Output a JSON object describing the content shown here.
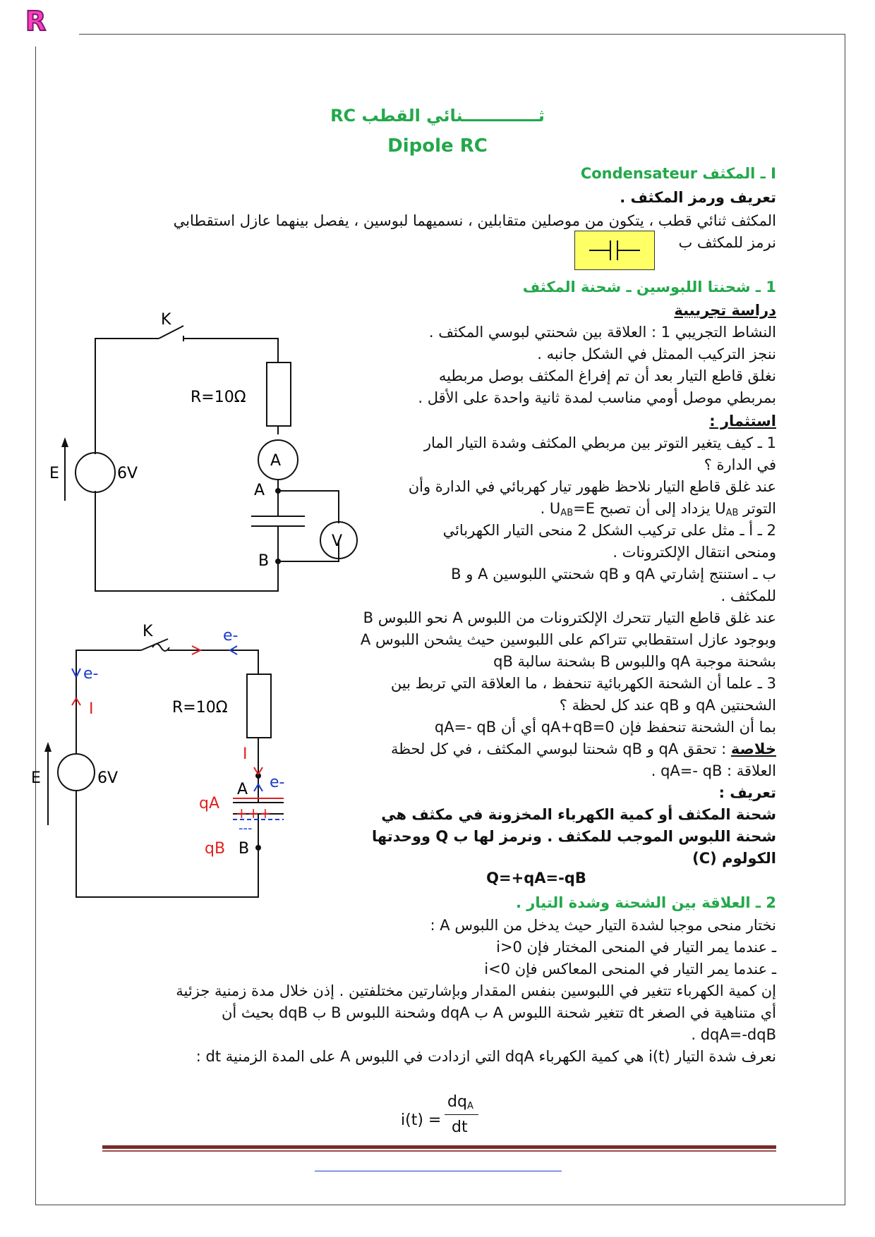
{
  "logo": "R",
  "title": {
    "ar": "ثـــــــــــــنائي القطب RC",
    "fr": "Dipole RC"
  },
  "section_I": "I ـ المكثف  Condensateur",
  "definition_heading": "تعريف ورمز المكثف .",
  "definition_line1": "المكثف ثنائي قطب ، يتكون من موصلين متقابلين ، نسميهما لبوسين ، يفصل بينهما عازل استقطابي",
  "definition_line2": "نرمز للمكثف ب",
  "section_1": "1 ـ شحنتا اللبوسين ـ شحنة المكثف",
  "experimental_study": "دراسة تجريبية",
  "activity_line": "النشاط التجريبي 1 : العلاقة بين شحنتي لبوسي المكثف .",
  "setup_line": "ننجز التركيب الممثل في الشكل جانبه .",
  "close_line": "نغلق قاطع التيار بعد أن تم إفراغ المكثف بوصل مربطيه",
  "close_line2": "بمربطي موصل أومي مناسب لمدة ثانية واحدة على الأقل .",
  "exploitation": "استثمار :",
  "q1_a": "1 ـ كيف يتغير التوتر بين مربطي المكثف وشدة التيار المار",
  "q1_b": "في الدارة ؟",
  "a1_a": "عند غلق قاطع التيار نلاحظ ظهور تيار كهربائي في الدارة وأن",
  "a1_b_pre": "التوتر U",
  "a1_b_sub": "AB",
  "a1_b_mid": " يزداد إلى أن تصبح U",
  "a1_b_sub2": "AB",
  "a1_b_post": "=E .",
  "q2_a": "2 ـ أ ـ مثل على تركيب الشكل 2 منحى التيار الكهربائي",
  "q2_b": "ومنحى انتقال الإلكترونات .",
  "q2b_a": "ب ـ استنتج إشارتي qA و qB شحنتي اللبوسين A و B",
  "q2b_b": "للمكثف .",
  "a2_a": "عند غلق قاطع التيار تتحرك الإلكترونات من اللبوس A نحو اللبوس B",
  "a2_b": "وبوجود عازل استقطابي تتراكم على اللبوسين حيث يشحن اللبوس A",
  "a2_c": "بشحنة موجبة qA واللبوس B بشحنة سالبة qB",
  "q3_a": "3 ـ علما أن الشحنة الكهربائية تنحفظ ، ما العلاقة التي تربط بين",
  "q3_b": "الشحنتين qA و qB عند كل لحظة ؟",
  "a3": "بما أن الشحنة تنحفظ فإن qA+qB=0 أي أن qA=- qB",
  "conclusion_label": "خلاصة",
  "conclusion_text": " : تحقق qA و qB شحنتا لبوسي المكثف ، في كل لحظة",
  "conclusion_text2": "العلاقة : qA=- qB .",
  "definition2_label": "تعريف :",
  "definition2_a": "شحنة المكثف أو كمية الكهرباء المخزونة في مكثف هي",
  "definition2_b": "شحنة اللبوس الموجب للمكثف . ونرمز لها ب Q ووحدتها",
  "definition2_c": "الكولوم (C)",
  "formula_Q": "Q=+qA=-qB",
  "section_2": "2 ـ العلاقة بين الشحنة وشدة التيار .",
  "s2_line1": "نختار منحى موجبا لشدة التيار حيث يدخل من اللبوس A :",
  "s2_line2": "ـ عندما يمر التيار في المنحى المختار فإن i>0",
  "s2_line3": "ـ عندما يمر التيار في المنحى المعاكس فإن i<0",
  "s2_line4": "إن كمية الكهرباء تتغير في اللبوسين بنفس المقدار وبإشارتين مختلفتين . إذن خلال مدة زمنية جزئية",
  "s2_line5": "أي متناهية في الصغر dt تتغير شحنة اللبوس A ب dqA وشحنة اللبوس B ب dqB  بحيث أن",
  "s2_line6": "dqA=-dqB .",
  "s2_line7": "نعرف شدة التيار i(t) هي كمية الكهرباء dqA التي ازدادت في اللبوس A على المدة الزمنية dt :",
  "fraction": {
    "lhs": "i(t) =",
    "num": "dq",
    "num_sub": "A",
    "den": "dt"
  },
  "fig1": {
    "K": "K",
    "R": "R=10Ω",
    "E": "E",
    "V6": "6V",
    "ammeter": "A",
    "voltmeter": "V",
    "A": "A",
    "B": "B"
  },
  "fig2": {
    "K": "K",
    "R": "R=10Ω",
    "E": "E",
    "V6": "6V",
    "e1": "e-",
    "e2": "e-",
    "e3": "e-",
    "I1": "I",
    "I2": "I",
    "A": "A",
    "B": "B",
    "qA": "qA",
    "qB": "qB",
    "plus": "+++",
    "minus": "---"
  },
  "colors": {
    "green": "#22a84a",
    "red": "#e02020",
    "blue": "#1a3bd0",
    "yellow": "#ffff66"
  }
}
